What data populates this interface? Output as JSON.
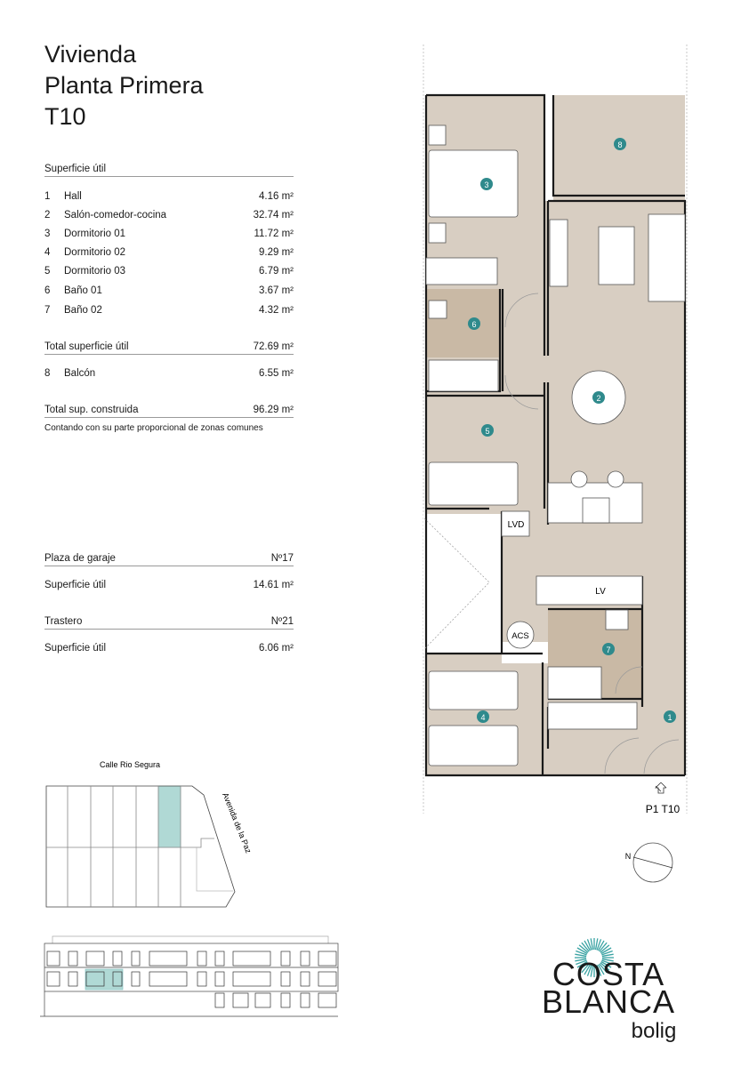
{
  "title": {
    "line1": "Vivienda",
    "line2": "Planta Primera",
    "line3": "T10"
  },
  "surface": {
    "header": "Superficie útil",
    "rooms": [
      {
        "num": "1",
        "name": "Hall",
        "area": "4.16 m²"
      },
      {
        "num": "2",
        "name": "Salón-comedor-cocina",
        "area": "32.74 m²"
      },
      {
        "num": "3",
        "name": "Dormitorio 01",
        "area": "11.72 m²"
      },
      {
        "num": "4",
        "name": "Dormitorio 02",
        "area": "9.29 m²"
      },
      {
        "num": "5",
        "name": "Dormitorio 03",
        "area": "6.79 m²"
      },
      {
        "num": "6",
        "name": "Baño 01",
        "area": "3.67 m²"
      },
      {
        "num": "7",
        "name": "Baño 02",
        "area": "4.32 m²"
      }
    ],
    "total_util": {
      "label": "Total superficie útil",
      "value": "72.69 m²"
    },
    "balcony": {
      "num": "8",
      "name": "Balcón",
      "area": "6.55 m²"
    },
    "total_built": {
      "label": "Total sup. construida",
      "value": "96.29 m²"
    },
    "note": "Contando con su parte proporcional de zonas comunes"
  },
  "garage": {
    "label": "Plaza de garaje",
    "number": "Nº17",
    "area_label": "Superficie útil",
    "area": "14.61 m²"
  },
  "storage": {
    "label": "Trastero",
    "number": "Nº21",
    "area_label": "Superficie útil",
    "area": "6.06 m²"
  },
  "plan": {
    "markers": [
      "1",
      "2",
      "3",
      "4",
      "5",
      "6",
      "7",
      "8"
    ],
    "labels": {
      "lvd": "LVD",
      "lv": "LV",
      "acs": "ACS"
    },
    "unit_code": "P1 T10",
    "north": "N",
    "colors": {
      "floor": "#d8cec2",
      "bath": "#c9b9a5",
      "marker": "#2f8a8c"
    }
  },
  "site": {
    "street_top": "Calle Rio Segura",
    "street_side": "Avenida de la Paz",
    "highlight_color": "#8fc9c4"
  },
  "logo": {
    "line1": "COSTA",
    "line2": "BLANCA",
    "line3": "bolig",
    "accent": "#3aa3a3"
  }
}
